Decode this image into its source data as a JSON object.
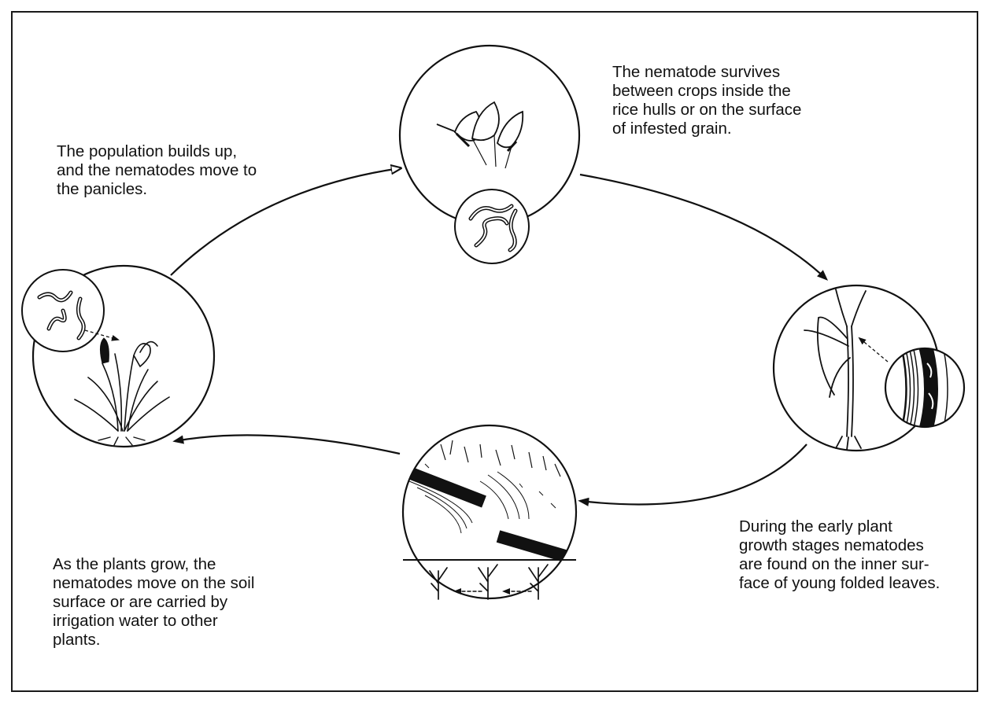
{
  "captions": {
    "top_right": "The nematode survives\nbetween crops inside the\nrice hulls or on the surface\nof infested grain.",
    "top_left": "The population builds up,\nand the nematodes move to\nthe panicles.",
    "bottom_right": "During the early plant\ngrowth stages nematodes\nare found on the inner sur-\nface of young folded leaves.",
    "bottom_left": "As the plants grow, the\nnematodes move on the soil\nsurface or are carried by\nirrigation water to other\nplants."
  },
  "colors": {
    "ink": "#111111",
    "background": "#ffffff"
  },
  "icons": [
    "grain-hull-icon",
    "nematode-worms-icon",
    "rice-seedling-icon",
    "leaf-section-icon",
    "irrigation-water-icon",
    "rice-plants-icon",
    "panicle-plant-icon"
  ]
}
